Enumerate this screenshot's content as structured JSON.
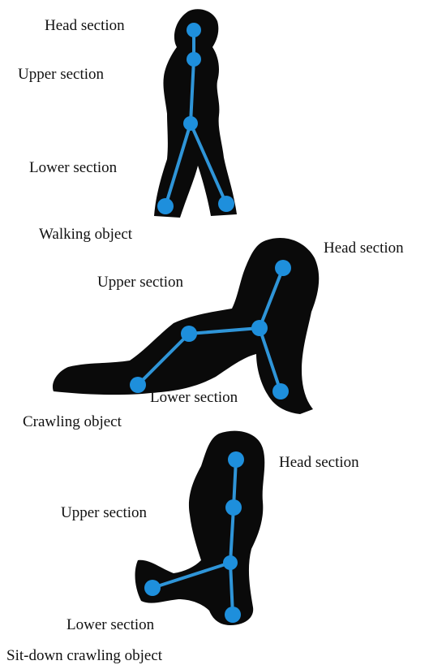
{
  "colors": {
    "silhouette": "#0a0a0a",
    "skeleton": "#2f95d8",
    "joint": "#1e8fdc",
    "background": "#ffffff",
    "text": "#111111"
  },
  "figures": [
    {
      "caption": "Walking object",
      "labels": {
        "head": "Head section",
        "upper": "Upper section",
        "lower": "Lower section"
      }
    },
    {
      "caption": "Crawling object",
      "labels": {
        "head": "Head section",
        "upper": "Upper section",
        "lower": "Lower section"
      }
    },
    {
      "caption": "Sit-down crawling object",
      "labels": {
        "head": "Head section",
        "upper": "Upper section",
        "lower": "Lower section"
      }
    }
  ]
}
